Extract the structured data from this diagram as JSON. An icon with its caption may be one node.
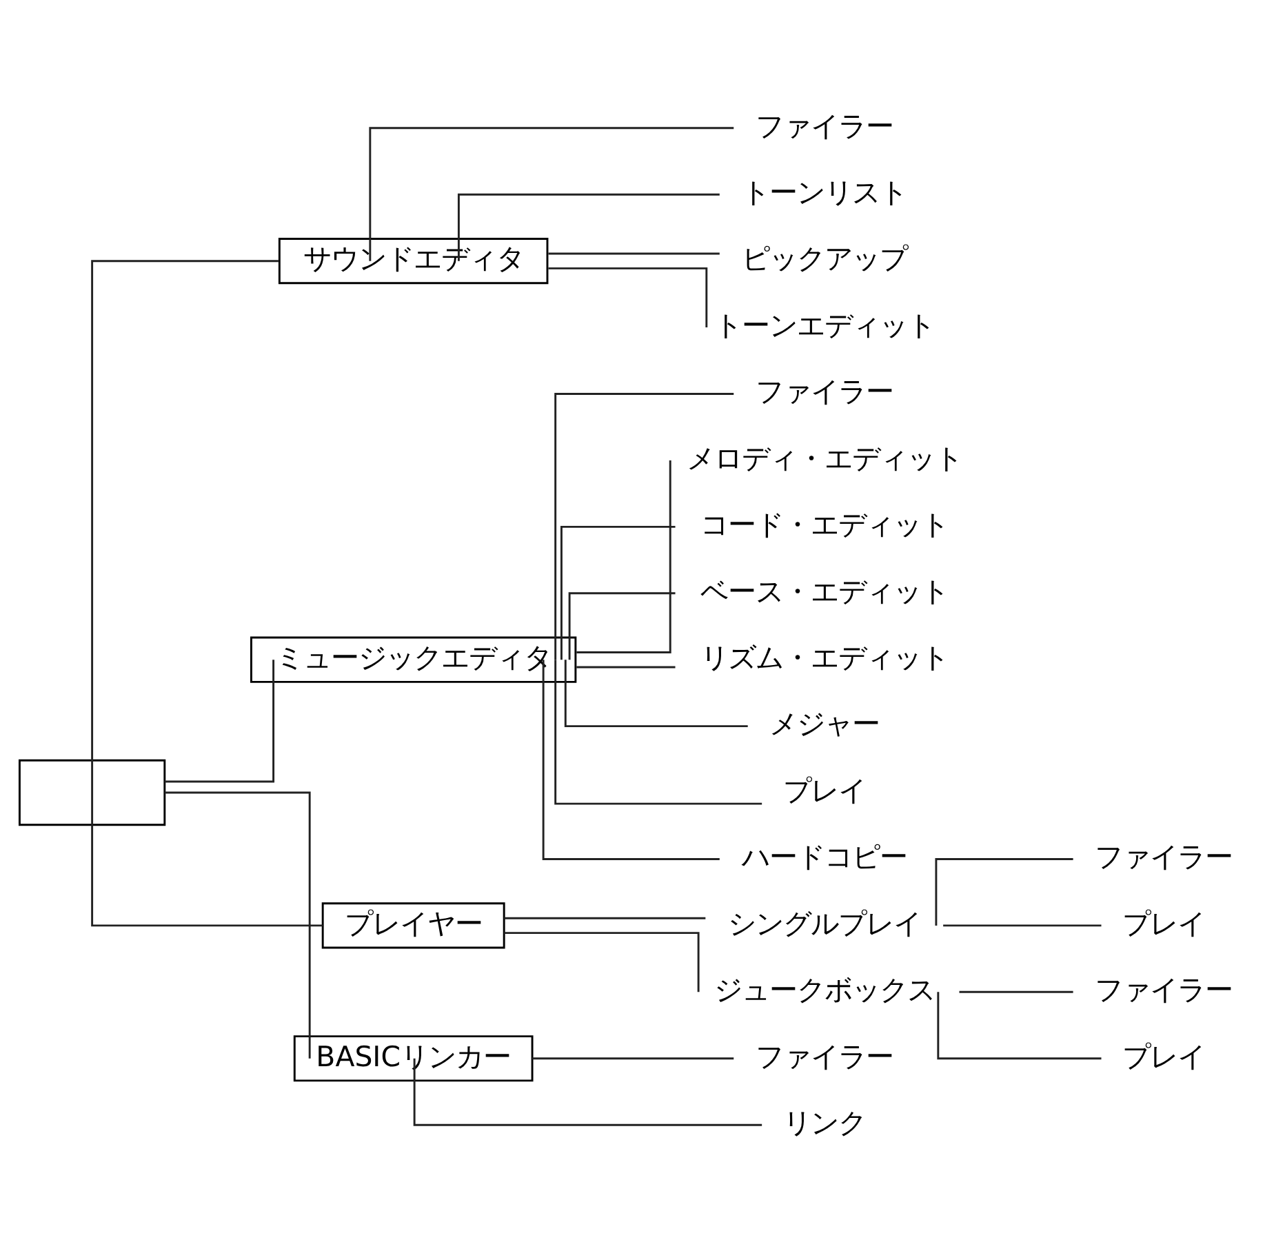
{
  "diagram": {
    "nodes": [
      {
        "text": [],
        "shape": "box"
      },
      {
        "text": [
          "サウンドエディタ"
        ]
      },
      {
        "text": [
          "ファイラー"
        ]
      },
      {
        "text": [
          "トーンリスト"
        ]
      },
      {
        "text": [
          "ピックアップ"
        ]
      },
      {
        "text": [
          "トーンエディット"
        ]
      },
      {
        "text": [
          "ミュージックエディタ"
        ]
      },
      {
        "text": [
          "ファイラー"
        ]
      },
      {
        "text": [
          "メロディ・エディット"
        ]
      },
      {
        "text": [
          "コード・エディット"
        ]
      },
      {
        "text": [
          "ベース・エディット"
        ]
      },
      {
        "text": [
          "リズム・エディット"
        ]
      },
      {
        "text": [
          "メジャー"
        ]
      },
      {
        "text": [
          "プレイ"
        ]
      },
      {
        "text": [
          "ハードコピー"
        ]
      },
      {
        "text": [
          "プレイヤー"
        ]
      },
      {
        "text": [
          "シングルプレイ"
        ]
      },
      {
        "text": [
          "ジュークボックス"
        ]
      },
      {
        "text": [
          "ファイラー"
        ]
      },
      {
        "text": [
          "プレイ"
        ]
      },
      {
        "text": [
          "ファイラー"
        ]
      },
      {
        "text": [
          "プレイ"
        ]
      },
      {
        "text": [
          "BASICリンカー"
        ]
      },
      {
        "text": [
          "ファイラー"
        ]
      },
      {
        "text": [
          "リンク"
        ]
      }
    ],
    "edges": [
      {
        "from": 0,
        "to": 1,
        "arrow": "none"
      },
      {
        "from": 0,
        "to": 6,
        "arrow": "none"
      },
      {
        "from": 0,
        "to": 15,
        "arrow": "none"
      },
      {
        "from": 0,
        "to": 22,
        "arrow": "none"
      },
      {
        "from": 1,
        "to": 2,
        "arrow": "none"
      },
      {
        "from": 1,
        "to": 3,
        "arrow": "none"
      },
      {
        "from": 1,
        "to": 4,
        "arrow": "none"
      },
      {
        "from": 1,
        "to": 5,
        "arrow": "none"
      },
      {
        "from": 6,
        "to": 7,
        "arrow": "none"
      },
      {
        "from": 6,
        "to": 8,
        "arrow": "none"
      },
      {
        "from": 6,
        "to": 9,
        "arrow": "none"
      },
      {
        "from": 6,
        "to": 10,
        "arrow": "none"
      },
      {
        "from": 6,
        "to": 11,
        "arrow": "none"
      },
      {
        "from": 6,
        "to": 12,
        "arrow": "none"
      },
      {
        "from": 6,
        "to": 13,
        "arrow": "none"
      },
      {
        "from": 6,
        "to": 14,
        "arrow": "none"
      },
      {
        "from": 15,
        "to": 16,
        "arrow": "none"
      },
      {
        "from": 15,
        "to": 17,
        "arrow": "none"
      },
      {
        "from": 16,
        "to": 18,
        "arrow": "none"
      },
      {
        "from": 16,
        "to": 19,
        "arrow": "none"
      },
      {
        "from": 17,
        "to": 20,
        "arrow": "none"
      },
      {
        "from": 17,
        "to": 21,
        "arrow": "none"
      },
      {
        "from": 22,
        "to": 23,
        "arrow": "none"
      },
      {
        "from": 22,
        "to": 24,
        "arrow": "none"
      }
    ]
  }
}
